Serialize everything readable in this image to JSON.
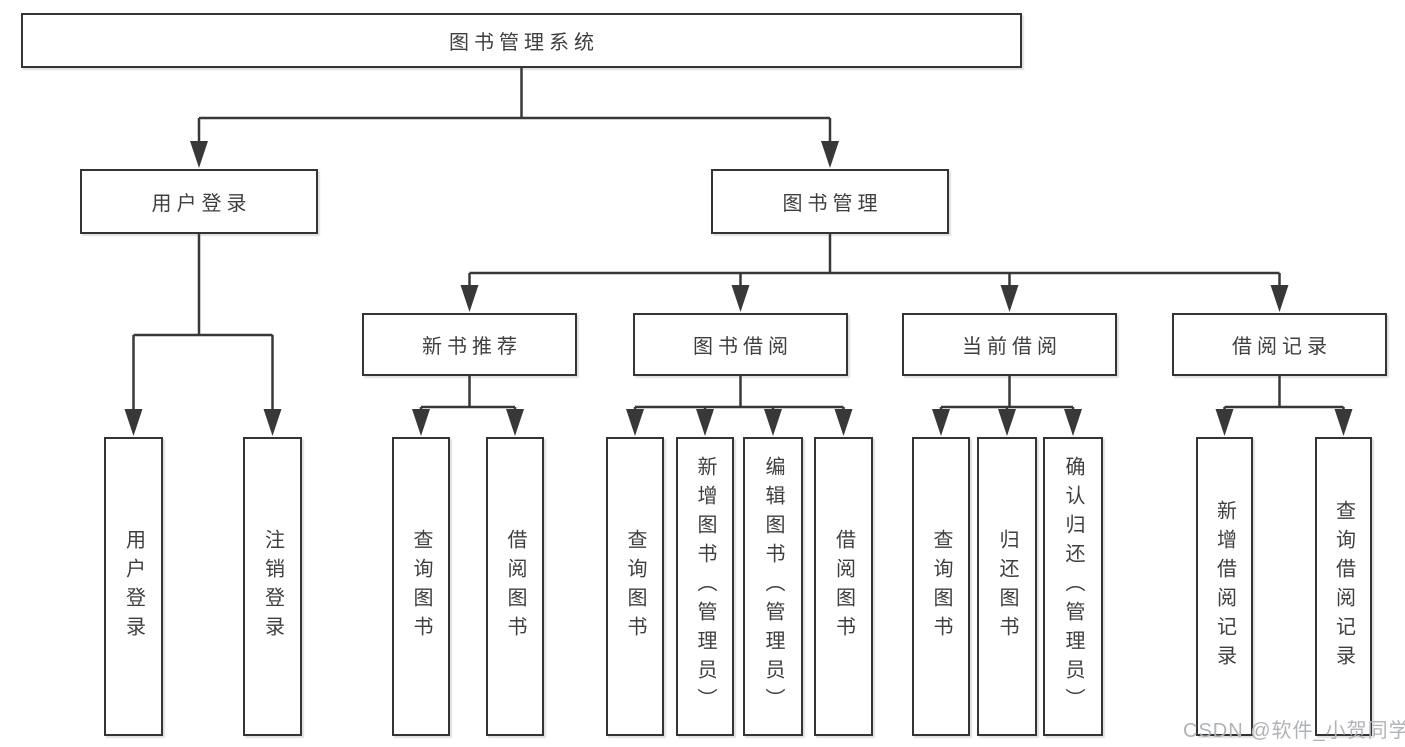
{
  "diagram": {
    "root": {
      "label": "图书管理系统"
    },
    "branches": [
      {
        "label": "用户登录"
      },
      {
        "label": "图书管理"
      }
    ],
    "modules": [
      {
        "label": "新书推荐"
      },
      {
        "label": "图书借阅"
      },
      {
        "label": "当前借阅"
      },
      {
        "label": "借阅记录"
      }
    ],
    "leaves": {
      "user_login": [
        {
          "label": "用户登录"
        },
        {
          "label": "注销登录"
        }
      ],
      "new_books": [
        {
          "label": "查询图书"
        },
        {
          "label": "借阅图书"
        }
      ],
      "book_borrow": [
        {
          "label": "查询图书"
        },
        {
          "label": "新增图书（管理员）"
        },
        {
          "label": "编辑图书（管理员）"
        },
        {
          "label": "借阅图书"
        }
      ],
      "current_borrow": [
        {
          "label": "查询图书"
        },
        {
          "label": "归还图书"
        },
        {
          "label": "确认归还（管理员）"
        }
      ],
      "borrow_records": [
        {
          "label": "新增借阅记录"
        },
        {
          "label": "查询借阅记录"
        }
      ]
    },
    "watermark": "CSDN @软件_小贺同学",
    "colors": {
      "line": "#383838",
      "box_border": "#343434",
      "box_fill": "#ffffff",
      "text": "#3f3f3f",
      "watermark": "#b0b3b6",
      "background": "#ffffff"
    }
  }
}
